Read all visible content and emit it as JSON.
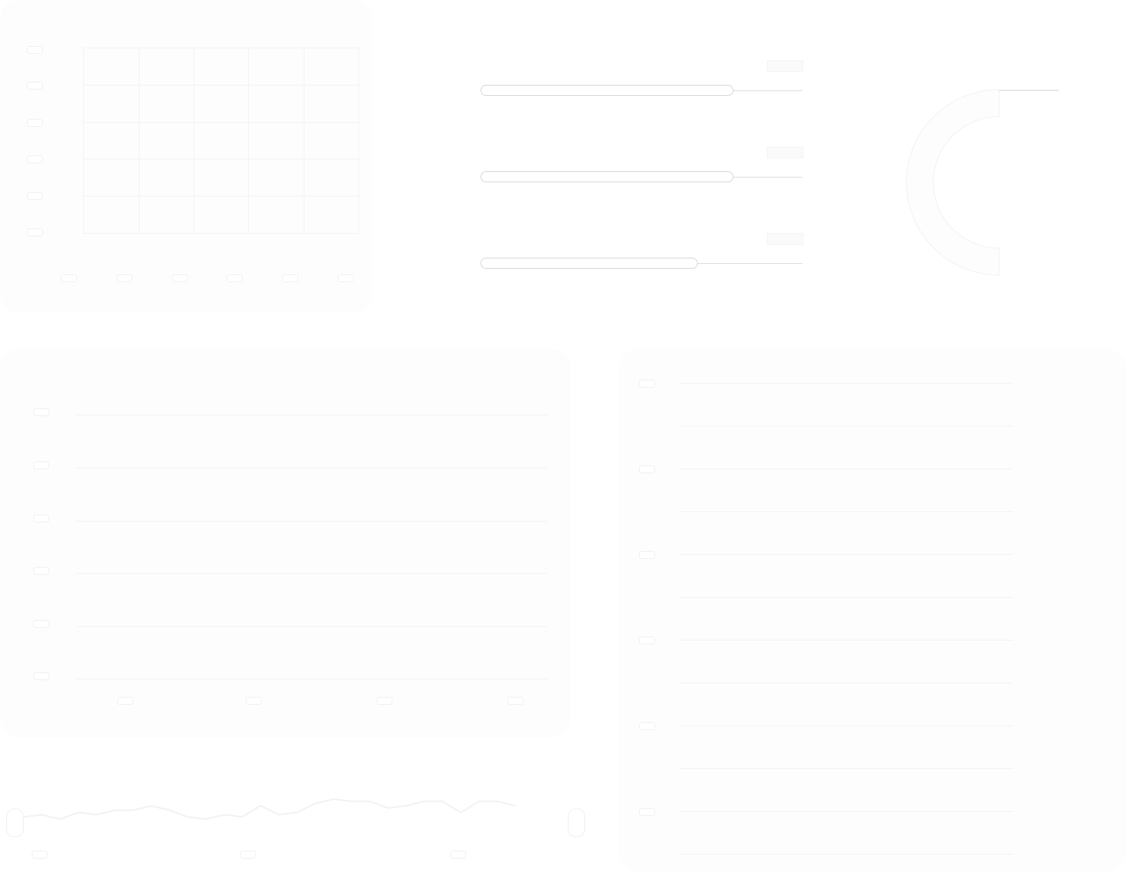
{
  "colors": {
    "background": "#ffffff",
    "panel": "#fdfdfd",
    "gridline": "#f3f3f3",
    "bar_border": "#d8d8d8",
    "track": "#dedede"
  },
  "panels": [
    {
      "id": "grid-chart",
      "type": "grid"
    },
    {
      "id": "progress-bars",
      "type": "bar",
      "bars": [
        {
          "fill": 0.78
        },
        {
          "fill": 0.78
        },
        {
          "fill": 0.67
        }
      ]
    },
    {
      "id": "donut-chart",
      "type": "pie"
    },
    {
      "id": "line-grid-chart",
      "type": "line"
    },
    {
      "id": "list-panel",
      "type": "table"
    },
    {
      "id": "sparkline",
      "type": "line"
    }
  ],
  "chart_data": {
    "type": "line",
    "values": [
      2,
      3,
      1,
      4,
      3,
      5,
      5,
      7,
      5,
      2,
      1,
      3,
      2,
      7,
      3,
      4,
      8,
      10,
      9,
      9,
      6,
      7,
      9,
      9,
      4,
      9,
      9,
      7
    ]
  }
}
